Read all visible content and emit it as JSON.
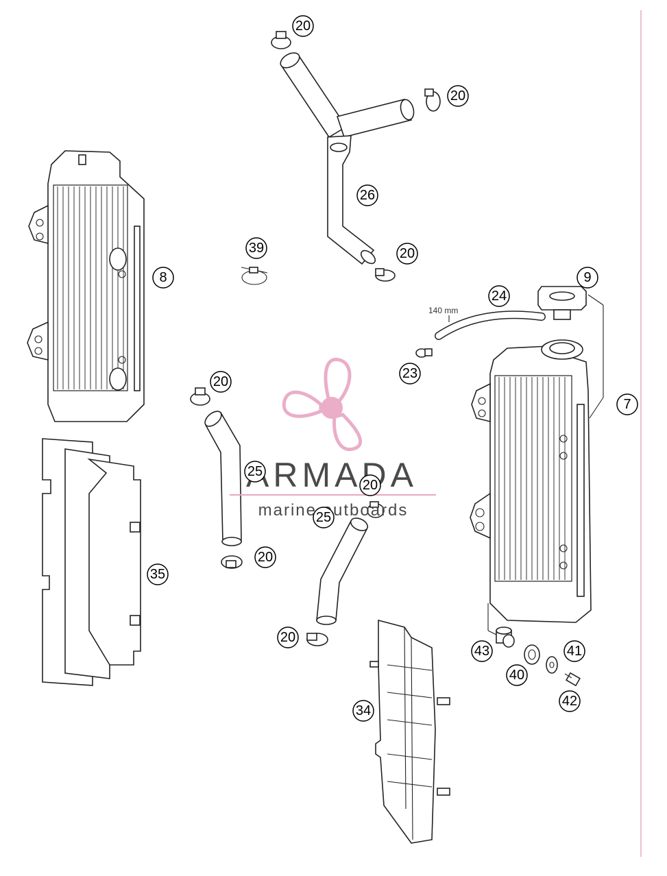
{
  "callouts": [
    {
      "label": "20"
    },
    {
      "label": "20"
    },
    {
      "label": "26"
    },
    {
      "label": "20"
    },
    {
      "label": "39"
    },
    {
      "label": "8"
    },
    {
      "label": "9"
    },
    {
      "label": "24"
    },
    {
      "label": "23"
    },
    {
      "label": "7"
    },
    {
      "label": "20"
    },
    {
      "label": "25"
    },
    {
      "label": "20"
    },
    {
      "label": "25"
    },
    {
      "label": "20"
    },
    {
      "label": "35"
    },
    {
      "label": "20"
    },
    {
      "label": "43"
    },
    {
      "label": "41"
    },
    {
      "label": "40"
    },
    {
      "label": "42"
    },
    {
      "label": "34"
    }
  ],
  "dimension_label": "140 mm",
  "watermark": {
    "brand": "ARMADA",
    "tagline": "marine outboards",
    "colors": {
      "logo": "#e8a6c4",
      "text": "#4a4a4a",
      "rule": "#e8a6c4"
    }
  },
  "colors": {
    "line": "#222222",
    "border_accent": "#e8a6c4"
  }
}
